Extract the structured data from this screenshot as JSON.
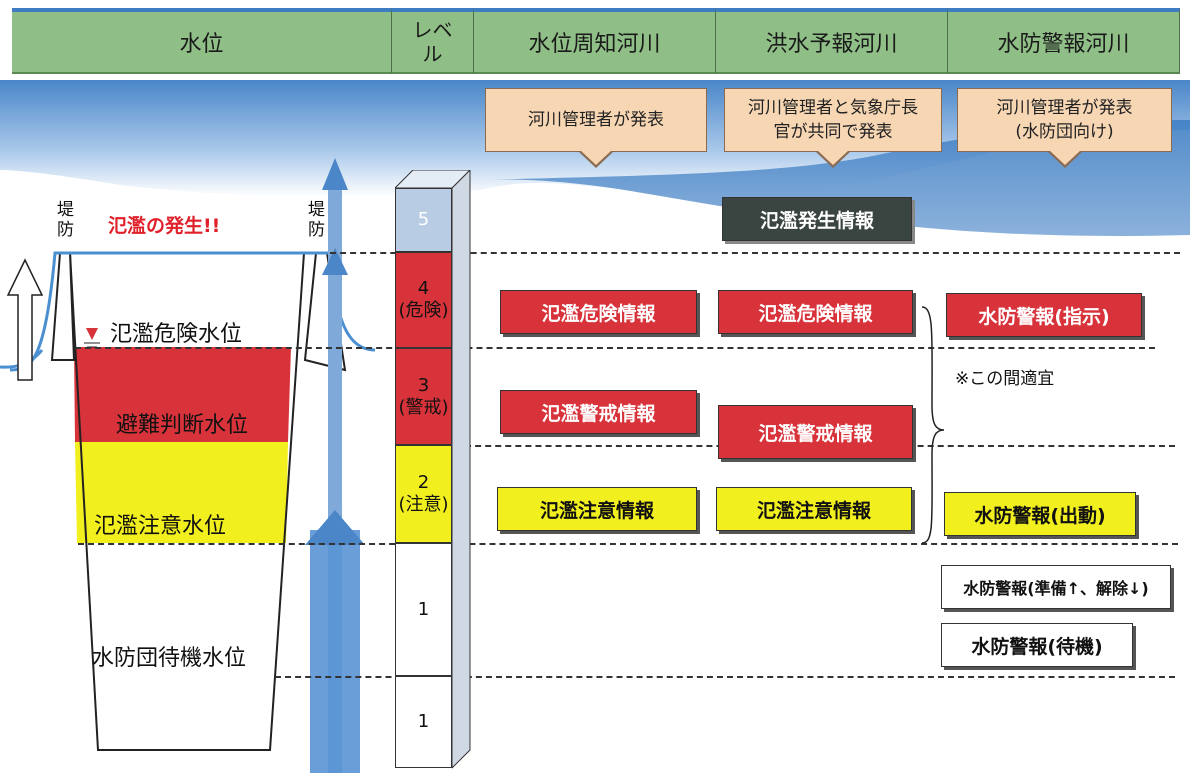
{
  "header": {
    "water_level": "水位",
    "level_line1": "レベ",
    "level_line2": "ル",
    "col1": "水位周知河川",
    "col2": "洪水予報河川",
    "col3": "水防警報河川"
  },
  "announcers": {
    "col1": "河川管理者が発表",
    "col2_line1": "河川管理者と気象庁長",
    "col2_line2": "官が共同で発表",
    "col3_line1": "河川管理者が発表",
    "col3_line2": "(水防団向け)"
  },
  "river": {
    "bank_left_1": "堤",
    "bank_left_2": "防",
    "bank_right_1": "堤",
    "bank_right_2": "防",
    "overflow": "氾濫の発生!!",
    "danger_level": "氾濫危険水位",
    "evac_level": "避難判断水位",
    "caution_level": "氾濫注意水位",
    "standby_level": "水防団待機水位"
  },
  "levels": {
    "l5": "5",
    "l4_num": "4",
    "l4_text": "(危険)",
    "l3_num": "3",
    "l3_text": "(警戒)",
    "l2_num": "2",
    "l2_text": "(注意)",
    "l1a": "1",
    "l1b": "1"
  },
  "info": {
    "occurrence": "氾濫発生情報",
    "danger_c1": "氾濫危険情報",
    "danger_c2": "氾濫危険情報",
    "flood_warning_order": "水防警報(指示)",
    "note": "※この間適宜",
    "warning_c1": "氾濫警戒情報",
    "warning_c2": "氾濫警戒情報",
    "caution_c1": "氾濫注意情報",
    "caution_c2": "氾濫注意情報",
    "flood_warning_dispatch": "水防警報(出動)",
    "flood_warning_prepare": "水防警報(準備↑、解除↓)",
    "flood_warning_standby": "水防警報(待機)"
  },
  "colors": {
    "header": "#8fbf86",
    "danger": "#d8333a",
    "caution": "#f2ef1e",
    "water": "#6aa0d8",
    "callout": "#f7d6b4"
  }
}
